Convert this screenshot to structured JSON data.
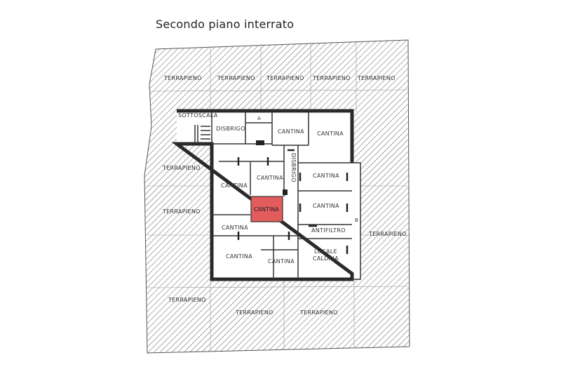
{
  "plan": {
    "title": "Secondo piano interrato",
    "highlight_color": "#e25c5c",
    "labels": {
      "terrapieno": "TERRAPIENO",
      "sottoscala": "SOTTOSCALA",
      "disbrigo": "DISBRIGO",
      "cantina": "CANTINA",
      "antifiltro": "ANTIFILTRO",
      "locale": "LOCALE",
      "caldaia": "CALDAIA",
      "a": "A",
      "b": "B"
    }
  }
}
